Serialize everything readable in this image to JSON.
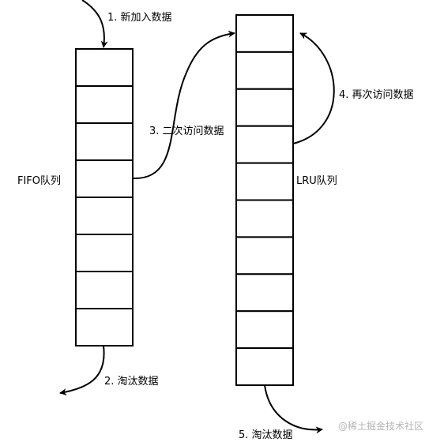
{
  "fifo": {
    "label": "FIFO队列",
    "cell_count": 8,
    "steps": {
      "add": "1. 新加入数据",
      "evict": "2. 淘汰数据",
      "second_access": "3. 二次访问数据"
    }
  },
  "lru": {
    "label": "LRU队列",
    "cell_count": 10,
    "steps": {
      "access_again": "4. 再次访问数据",
      "evict": "5. 淘汰数据"
    }
  },
  "watermark": "@稀土掘金技术社区",
  "colors": {
    "stroke": "#000000",
    "background": "#ffffff",
    "watermark": "#b5b5b5"
  }
}
